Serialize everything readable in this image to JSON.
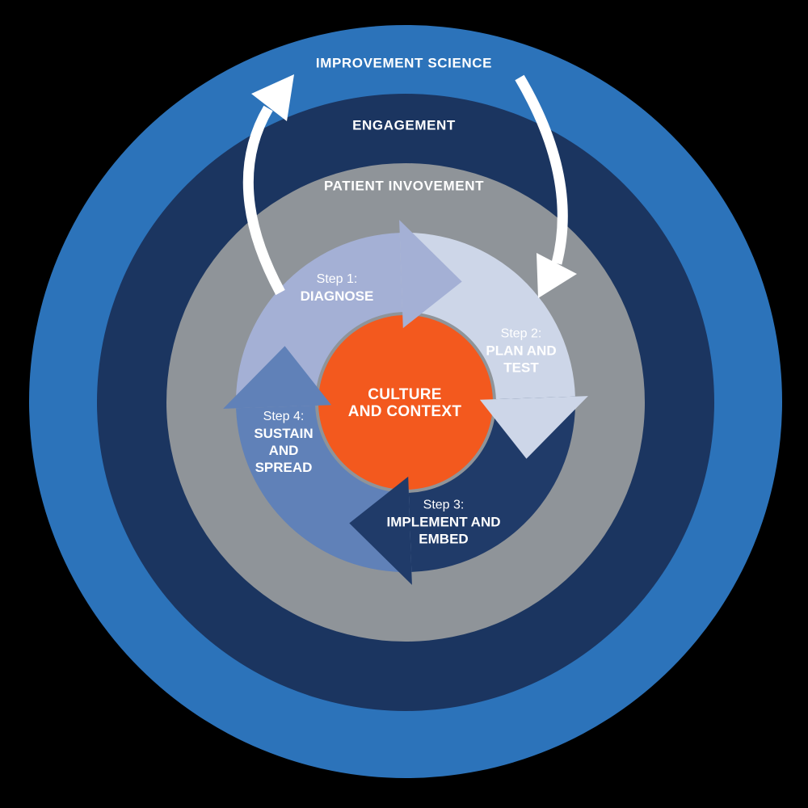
{
  "diagram": {
    "background_color": "#000000",
    "rings": [
      {
        "label": "IMPROVEMENT SCIENCE",
        "color": "#2C73BA"
      },
      {
        "label": "ENGAGEMENT",
        "color": "#1B3560"
      },
      {
        "label": "PATIENT INVOVEMENT",
        "color": "#8F9499"
      }
    ],
    "cycle": {
      "center": {
        "line1": "CULTURE",
        "line2": "AND CONTEXT",
        "color": "#F3591E",
        "text_color": "#FFFFFF"
      },
      "steps": [
        {
          "prefix": "Step 1:",
          "name_lines": [
            "DIAGNOSE"
          ],
          "color": "#A4B0D5"
        },
        {
          "prefix": "Step 2:",
          "name_lines": [
            "PLAN AND",
            "TEST"
          ],
          "color": "#CDD6E8"
        },
        {
          "prefix": "Step 3:",
          "name_lines": [
            "IMPLEMENT AND",
            "EMBED"
          ],
          "color": "#203B69"
        },
        {
          "prefix": "Step 4:",
          "name_lines": [
            "SUSTAIN",
            "AND",
            "SPREAD"
          ],
          "color": "#6081B8"
        }
      ]
    },
    "flow_arrows": {
      "color": "#FFFFFF",
      "left_direction": "outward-up",
      "right_direction": "inward-down"
    }
  }
}
